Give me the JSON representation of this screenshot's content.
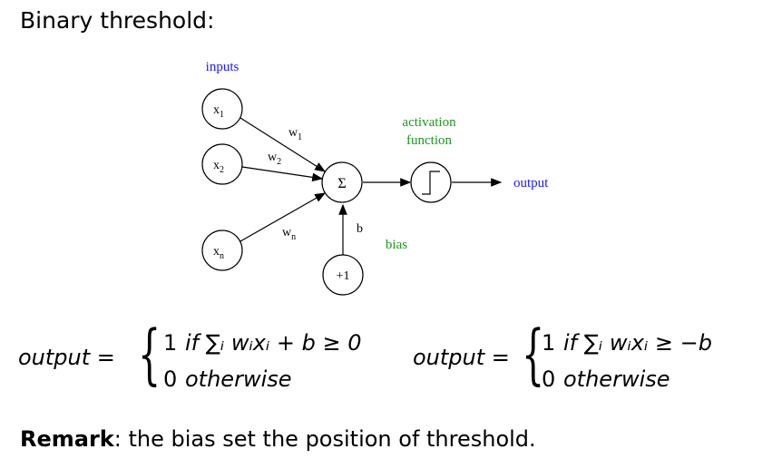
{
  "title": "Binary threshold:",
  "diagram": {
    "inputs_label": "inputs",
    "x1": "x",
    "x1_sub": "1",
    "x2": "x",
    "x2_sub": "2",
    "xn": "x",
    "xn_sub": "n",
    "w1": "w",
    "w1_sub": "1",
    "w2": "w",
    "w2_sub": "2",
    "wn": "w",
    "wn_sub": "n",
    "sum": "Σ",
    "activation_line1": "activation",
    "activation_line2": "function",
    "output": "output",
    "b": "b",
    "bias": "bias",
    "plus_one": "+1",
    "colors": {
      "blue": "#1a1aff",
      "green": "#1a9a1a"
    }
  },
  "equations": {
    "left": {
      "lhs": "output =",
      "case1_value": "1",
      "case1_cond": "if ∑ᵢ wᵢxᵢ + b ≥ 0",
      "case2_value": "0",
      "case2_cond": "otherwise"
    },
    "right": {
      "lhs": "output =",
      "case1_value": "1",
      "case1_cond": "if ∑ᵢ wᵢxᵢ ≥ −b",
      "case2_value": "0",
      "case2_cond": "otherwise"
    }
  },
  "remark": {
    "bold": "Remark",
    "text": ": the bias set the position of threshold."
  }
}
